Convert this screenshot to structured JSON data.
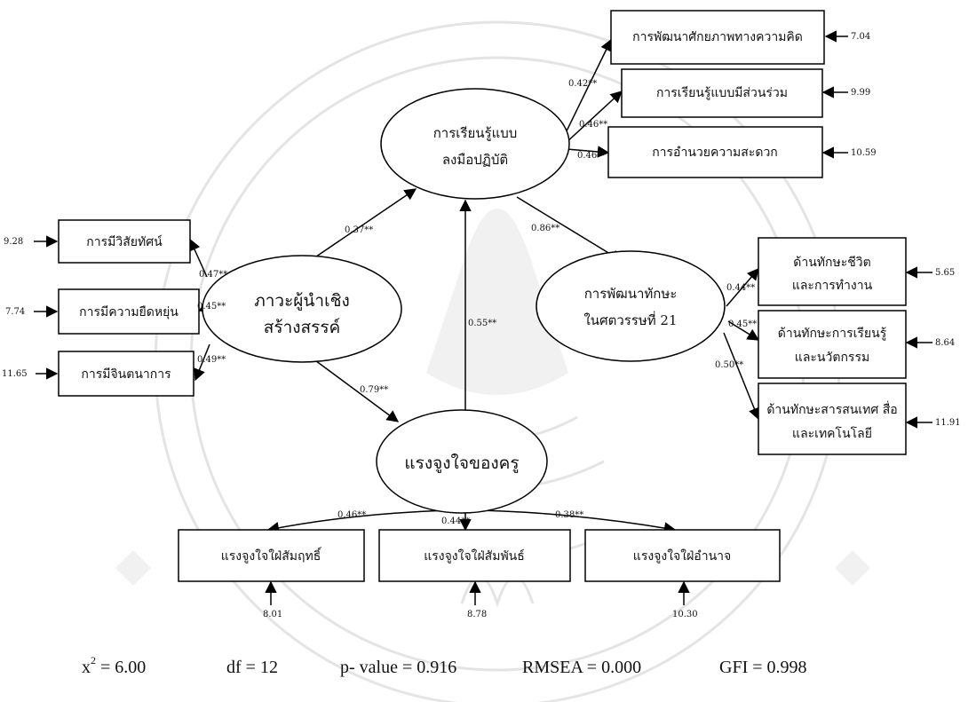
{
  "latent": {
    "leadership": {
      "line1": "ภาวะผู้นำเชิง",
      "line2": "สร้างสรรค์"
    },
    "active_learning": {
      "line1": "การเรียนรู้แบบ",
      "line2": "ลงมือปฏิบัติ"
    },
    "skills21": {
      "line1": "การพัฒนาทักษะ",
      "line2": "ในศตวรรษที่ 21"
    },
    "motivation": {
      "line1": "แรงจูงใจของครู"
    }
  },
  "observed": {
    "vision": {
      "label": "การมีวิสัยทัศน์",
      "error": "9.28",
      "loading": "0.47**"
    },
    "flexibility": {
      "label": "การมีความยืดหยุ่น",
      "error": "7.74",
      "loading": "0.45**"
    },
    "imagination": {
      "label": "การมีจินตนาการ",
      "error": "11.65",
      "loading": "0.49**"
    },
    "thinking": {
      "label": "การพัฒนาศักยภาพทางความคิด",
      "error": "7.04",
      "loading": "0.42**"
    },
    "participative": {
      "label": "การเรียนรู้แบบมีส่วนร่วม",
      "error": "9.99",
      "loading": "0.46**"
    },
    "facilitation": {
      "label": "การอำนวยความสะดวก",
      "error": "10.59",
      "loading": "0.46**"
    },
    "life_work": {
      "line1": "ด้านทักษะชีวิต",
      "line2": "และการทำงาน",
      "error": "5.65",
      "loading": "0.44**"
    },
    "learning_innov": {
      "line1": "ด้านทักษะการเรียนรู้",
      "line2": "และนวัตกรรม",
      "error": "8.64",
      "loading": "0.45**"
    },
    "info_media": {
      "line1": "ด้านทักษะสารสนเทศ สื่อ",
      "line2": "และเทคโนโลยี",
      "error": "11.91",
      "loading": "0.50**"
    },
    "achievement": {
      "label": "แรงจูงใจใฝ่สัมฤทธิ์",
      "error": "8.01",
      "loading": "0.46**"
    },
    "affiliation": {
      "label": "แรงจูงใจใฝ่สัมพันธ์",
      "error": "8.78",
      "loading": "0.44**"
    },
    "power": {
      "label": "แรงจูงใจใฝ่อำนาจ",
      "error": "10.30",
      "loading": "0.38**"
    }
  },
  "paths": {
    "lead_to_active": "0.37**",
    "lead_to_motiv": "0.79**",
    "motiv_to_active": "0.55**",
    "active_to_skills": "0.86**"
  },
  "fit": {
    "chi2_base": "x",
    "chi2_exp": "2",
    "chi2_value": " = 6.00",
    "df": "df = 12",
    "p": "p- value = 0.916",
    "rmsea": "RMSEA = 0.000",
    "gfi": "GFI = 0.998"
  }
}
